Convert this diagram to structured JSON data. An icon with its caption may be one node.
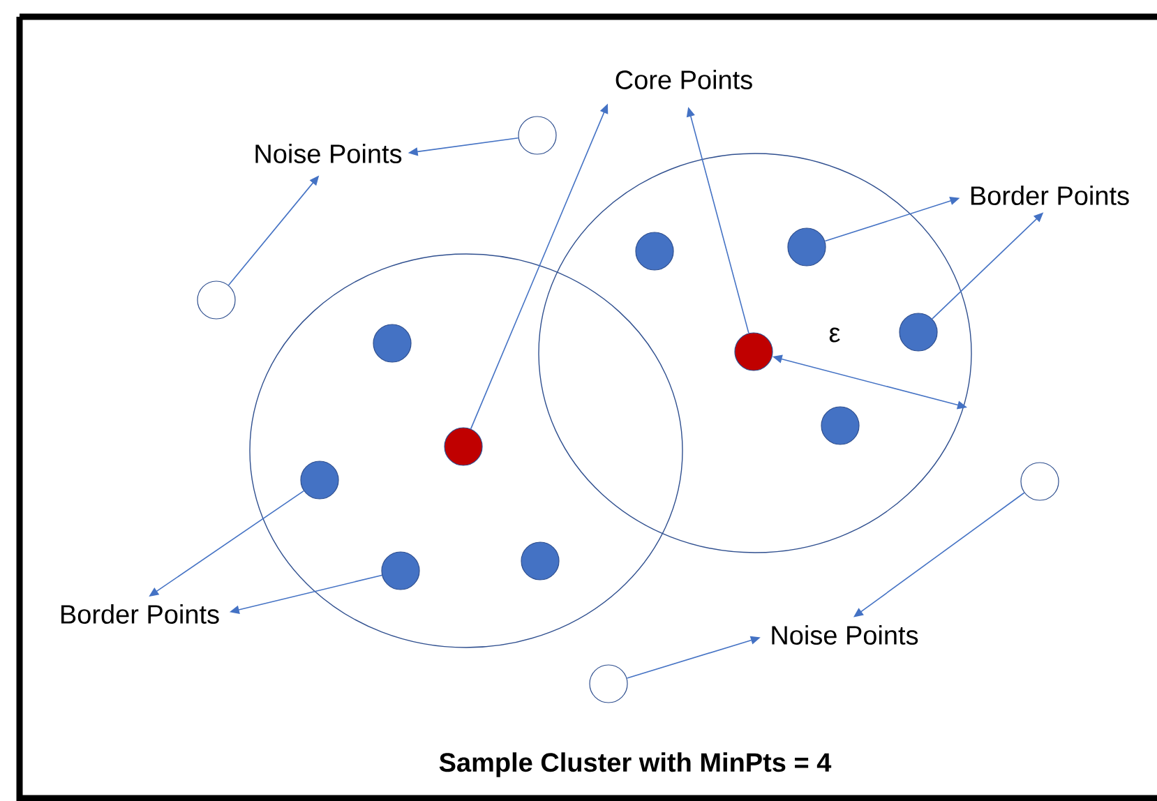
{
  "diagram": {
    "caption": "Sample Cluster with MinPts = 4",
    "nodes": [
      {
        "text": [
          "Core Points"
        ]
      },
      {
        "text": [
          "Noise Points"
        ]
      },
      {
        "text": [],
        "shape": "circle"
      },
      {
        "text": [
          "Border Points"
        ]
      },
      {
        "text": [],
        "shape": "circle"
      },
      {
        "text": [],
        "shape": "circle"
      },
      {
        "text": [],
        "shape": "circle"
      },
      {
        "text": [],
        "shape": "circle"
      },
      {
        "text": [],
        "shape": "circle"
      },
      {
        "text": [],
        "shape": "circle"
      },
      {
        "text": [],
        "shape": "circle"
      },
      {
        "text": [],
        "shape": "circle"
      },
      {
        "text": [],
        "shape": "circle"
      },
      {
        "text": [],
        "shape": "circle"
      },
      {
        "text": [],
        "shape": "circle"
      },
      {
        "text": [],
        "shape": "circle"
      },
      {
        "text": [
          "Border Points"
        ]
      },
      {
        "text": [
          "Noise Points"
        ]
      },
      {
        "text": [],
        "shape": "circle"
      }
    ],
    "edges": [
      {
        "from": 2,
        "to": 1,
        "arrow": "to"
      },
      {
        "from": 6,
        "to": 1,
        "arrow": "to"
      },
      {
        "from": 11,
        "to": 0,
        "arrow": "to"
      },
      {
        "from": 9,
        "to": 0,
        "arrow": "to"
      },
      {
        "from": 4,
        "to": 3,
        "arrow": "to"
      },
      {
        "from": 7,
        "to": 3,
        "arrow": "to"
      },
      {
        "from": 12,
        "to": 16,
        "arrow": "to"
      },
      {
        "from": 15,
        "to": 16,
        "arrow": "to"
      },
      {
        "from": 18,
        "to": 17,
        "arrow": "to"
      },
      {
        "from": 13,
        "to": 17,
        "arrow": "to"
      },
      {
        "from": 9,
        "to": null,
        "arrow": "both",
        "label": "ε"
      }
    ]
  }
}
